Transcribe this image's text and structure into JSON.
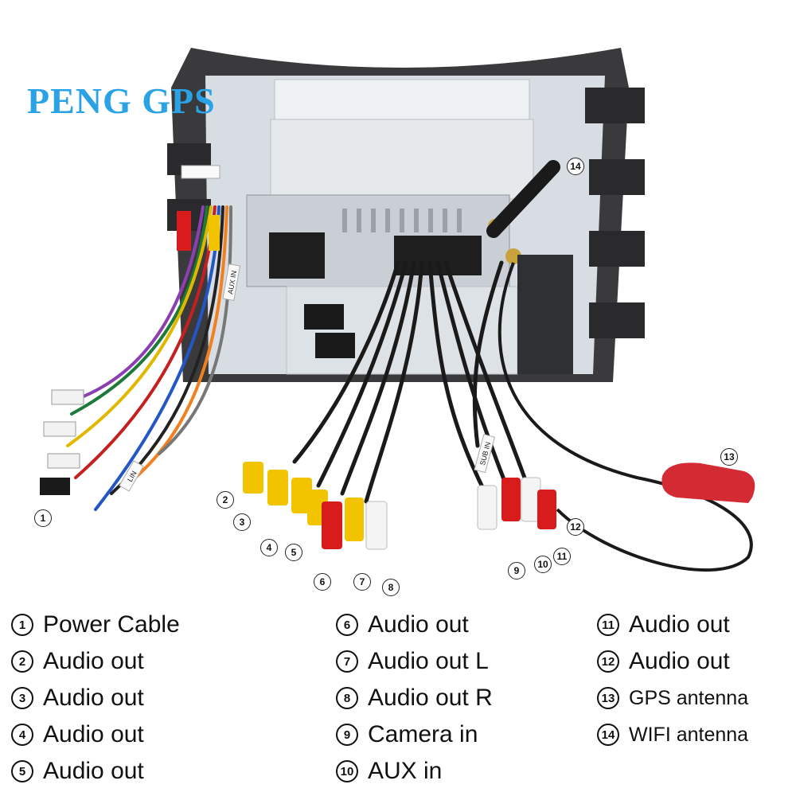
{
  "brand": "PENG GPS",
  "callouts": [
    "1",
    "2",
    "3",
    "4",
    "5",
    "6",
    "7",
    "8",
    "9",
    "10",
    "11",
    "12",
    "13",
    "14"
  ],
  "labels": {
    "tag_aux_in": "AUX IN",
    "tag_lin": "LIN",
    "tag_sub_in": "SUB IN"
  },
  "legend": [
    {
      "num": "1",
      "text": "Power Cable"
    },
    {
      "num": "2",
      "text": "Audio out"
    },
    {
      "num": "3",
      "text": "Audio out"
    },
    {
      "num": "4",
      "text": "Audio out"
    },
    {
      "num": "5",
      "text": "Audio out"
    },
    {
      "num": "6",
      "text": "Audio out"
    },
    {
      "num": "7",
      "text": "Audio out L"
    },
    {
      "num": "8",
      "text": "Audio out R"
    },
    {
      "num": "9",
      "text": "Camera in"
    },
    {
      "num": "10",
      "text": "AUX in"
    },
    {
      "num": "11",
      "text": "Audio out"
    },
    {
      "num": "12",
      "text": "Audio out"
    },
    {
      "num": "13",
      "text": "GPS antenna"
    },
    {
      "num": "14",
      "text": "WIFI antenna"
    }
  ],
  "colors": {
    "brand": "#2aa3e6",
    "rca_yellow": "#f2c400",
    "rca_red": "#d81c1c",
    "rca_white": "#f4f4f4",
    "gps_puck": "#d42a34"
  }
}
